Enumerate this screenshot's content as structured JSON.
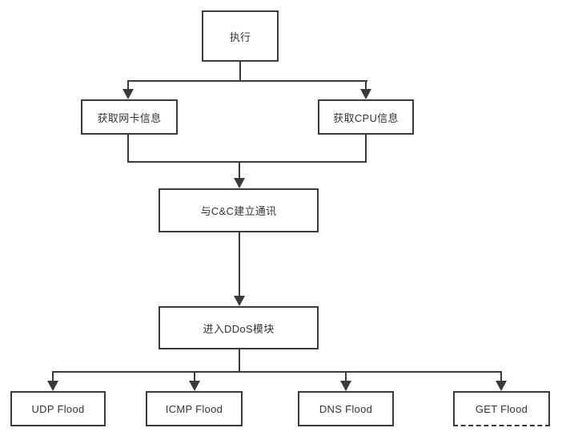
{
  "diagram": {
    "type": "flowchart",
    "background_color": "#ffffff",
    "line_color": "#3a3a3a",
    "text_color": "#333333",
    "nodes": [
      {
        "id": "execute",
        "label": "执行"
      },
      {
        "id": "get-nic-info",
        "label": "获取网卡信息"
      },
      {
        "id": "get-cpu-info",
        "label": "获取CPU信息"
      },
      {
        "id": "connect-cnc",
        "label": "与C&C建立通讯"
      },
      {
        "id": "enter-ddos",
        "label": "进入DDoS模块"
      },
      {
        "id": "udp-flood",
        "label": "UDP Flood"
      },
      {
        "id": "icmp-flood",
        "label": "ICMP Flood"
      },
      {
        "id": "dns-flood",
        "label": "DNS Flood"
      },
      {
        "id": "get-flood",
        "label": "GET Flood"
      }
    ],
    "edges": [
      {
        "from": "execute",
        "to": "get-nic-info"
      },
      {
        "from": "execute",
        "to": "get-cpu-info"
      },
      {
        "from": "get-nic-info",
        "to": "connect-cnc"
      },
      {
        "from": "get-cpu-info",
        "to": "connect-cnc"
      },
      {
        "from": "connect-cnc",
        "to": "enter-ddos"
      },
      {
        "from": "enter-ddos",
        "to": "udp-flood"
      },
      {
        "from": "enter-ddos",
        "to": "icmp-flood"
      },
      {
        "from": "enter-ddos",
        "to": "dns-flood"
      },
      {
        "from": "enter-ddos",
        "to": "get-flood"
      }
    ]
  }
}
